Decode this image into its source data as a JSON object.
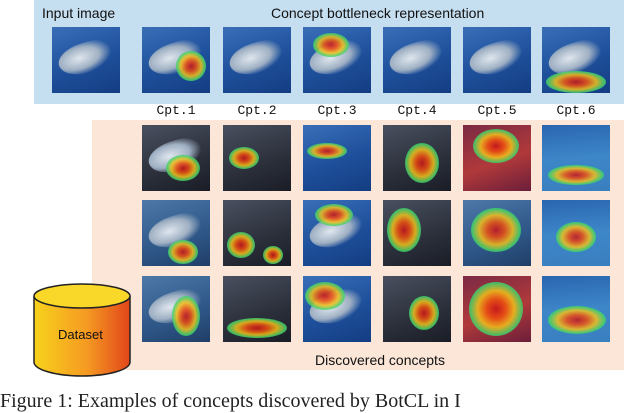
{
  "top": {
    "input_label": "Input image",
    "representation_label": "Concept bottleneck representation"
  },
  "concepts": [
    "Cpt.1",
    "Cpt.2",
    "Cpt.3",
    "Cpt.4",
    "Cpt.5",
    "Cpt.6"
  ],
  "dataset_label": "Dataset",
  "discovered_label": "Discovered concepts",
  "caption": "Figure 1:  Examples of concepts discovered by BotCL in I"
}
